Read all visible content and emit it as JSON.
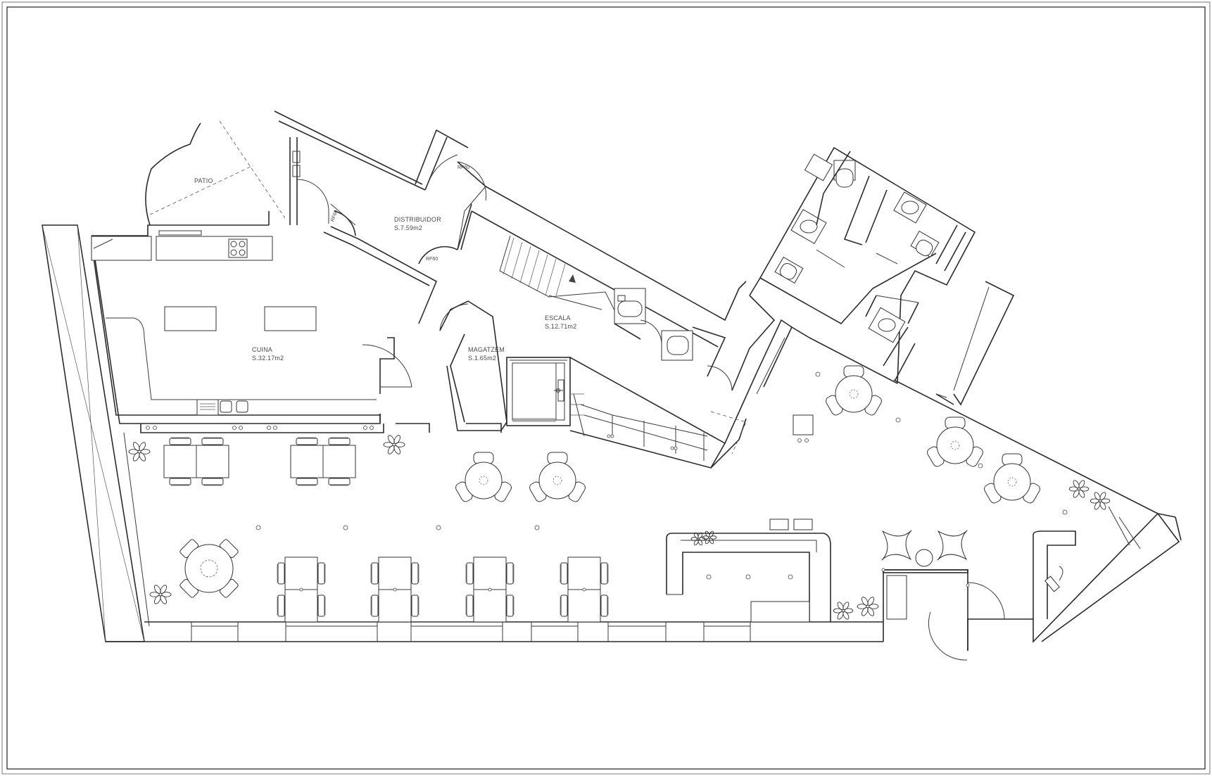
{
  "rooms": {
    "patio": {
      "name": "PATIO"
    },
    "distribuidor": {
      "name": "DISTRIBUIDOR",
      "area": "S.7.59m2"
    },
    "cuina": {
      "name": "CUINA",
      "area": "S.32.17m2"
    },
    "escala": {
      "name": "ESCALA",
      "area": "S.12.71m2"
    },
    "magatzem": {
      "name": "MAGATZEM",
      "area": "S.1.65m2"
    }
  },
  "doors": {
    "rf60_top": "RF60",
    "rf60_kitchen": "RF60",
    "rf60_distribuidor": "RF60"
  },
  "colors": {
    "line": "#2b2b2b",
    "background": "#ffffff",
    "frame": "#555555"
  }
}
